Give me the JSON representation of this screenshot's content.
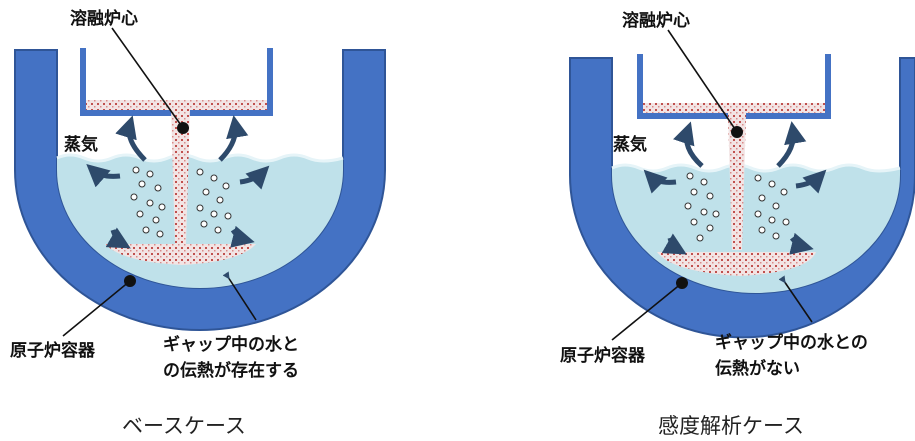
{
  "panels": [
    {
      "id": "base",
      "core_label": "溶融炉心",
      "steam_label": "蒸気",
      "vessel_label": "原子炉容器",
      "gap_note": [
        "ギャップ中の水と",
        "の伝熱が存在する"
      ],
      "caption": "ベースケース"
    },
    {
      "id": "sensitivity",
      "core_label": "溶融炉心",
      "steam_label": "蒸気",
      "vessel_label": "原子炉容器",
      "gap_note": [
        "ギャップ中の水との",
        "伝熱がない"
      ],
      "caption": "感度解析ケース"
    }
  ],
  "colors": {
    "vessel": "#4472c4",
    "vessel_outline": "#2f5597",
    "water": "#bfe1ea",
    "water_surface": "#dff0f5",
    "debris_fill": "#f2e4e4",
    "debris_dot": "#c0504d",
    "arrow": "#2e4a6b",
    "text": "#111111"
  }
}
